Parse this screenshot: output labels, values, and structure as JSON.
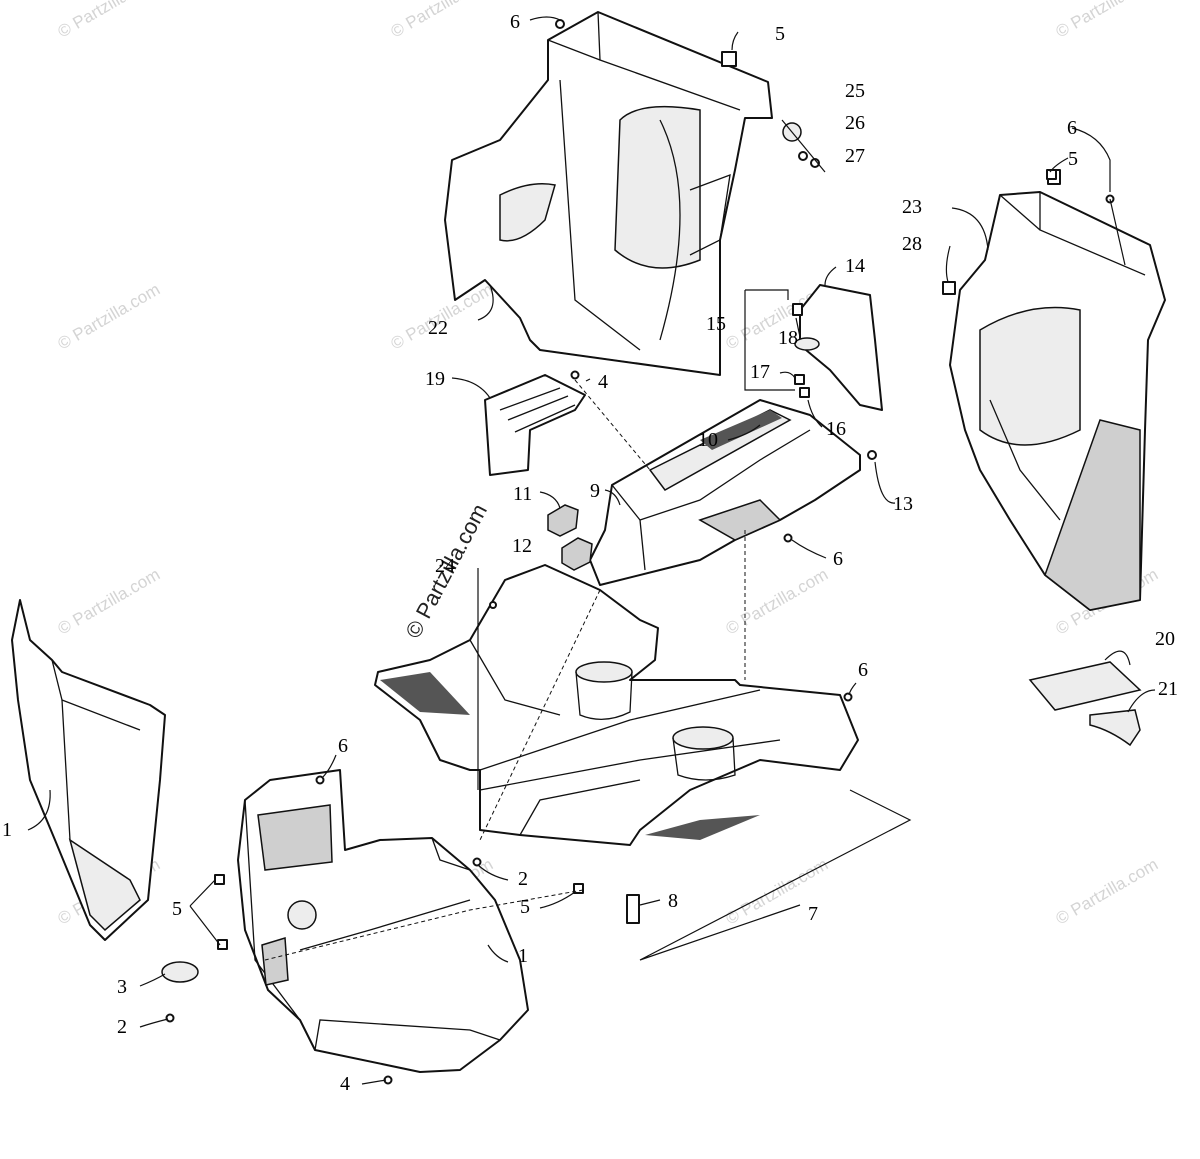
{
  "watermark": {
    "main": "© Partzilla.com",
    "tile": "© Partzilla.com"
  },
  "callouts": [
    {
      "id": "c1a",
      "text": "1"
    },
    {
      "id": "c1b",
      "text": "1"
    },
    {
      "id": "c2a",
      "text": "2"
    },
    {
      "id": "c2b",
      "text": "2"
    },
    {
      "id": "c3",
      "text": "3"
    },
    {
      "id": "c4a",
      "text": "4"
    },
    {
      "id": "c4b",
      "text": "4"
    },
    {
      "id": "c5a",
      "text": "5"
    },
    {
      "id": "c5b",
      "text": "5"
    },
    {
      "id": "c5c",
      "text": "5"
    },
    {
      "id": "c5d",
      "text": "5"
    },
    {
      "id": "c6a",
      "text": "6"
    },
    {
      "id": "c6b",
      "text": "6"
    },
    {
      "id": "c6c",
      "text": "6"
    },
    {
      "id": "c6d",
      "text": "6"
    },
    {
      "id": "c6e",
      "text": "6"
    },
    {
      "id": "c7",
      "text": "7"
    },
    {
      "id": "c8",
      "text": "8"
    },
    {
      "id": "c9",
      "text": "9"
    },
    {
      "id": "c10",
      "text": "10"
    },
    {
      "id": "c11",
      "text": "11"
    },
    {
      "id": "c12",
      "text": "12"
    },
    {
      "id": "c13",
      "text": "13"
    },
    {
      "id": "c14",
      "text": "14"
    },
    {
      "id": "c15",
      "text": "15"
    },
    {
      "id": "c16",
      "text": "16"
    },
    {
      "id": "c17",
      "text": "17"
    },
    {
      "id": "c18",
      "text": "18"
    },
    {
      "id": "c19",
      "text": "19"
    },
    {
      "id": "c20",
      "text": "20"
    },
    {
      "id": "c21",
      "text": "21"
    },
    {
      "id": "c22",
      "text": "22"
    },
    {
      "id": "c23",
      "text": "23"
    },
    {
      "id": "c24",
      "text": "24"
    },
    {
      "id": "c25",
      "text": "25"
    },
    {
      "id": "c26",
      "text": "26"
    },
    {
      "id": "c27",
      "text": "27"
    },
    {
      "id": "c28",
      "text": "28"
    }
  ]
}
